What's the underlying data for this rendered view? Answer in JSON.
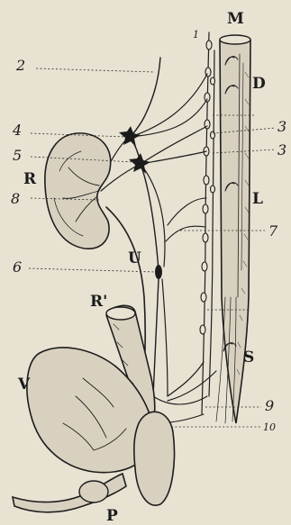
{
  "labels": {
    "M": "M",
    "n1": "1",
    "n2": "2",
    "D": "D",
    "n3a": "3",
    "n3b": "3",
    "n4": "4",
    "n5": "5",
    "R": "R",
    "n8": "8",
    "L": "L",
    "n7": "7",
    "U": "U",
    "n6": "6",
    "Rprime": "R'",
    "V": "V",
    "S": "S",
    "n9": "9",
    "n10": "10",
    "P": "P"
  }
}
